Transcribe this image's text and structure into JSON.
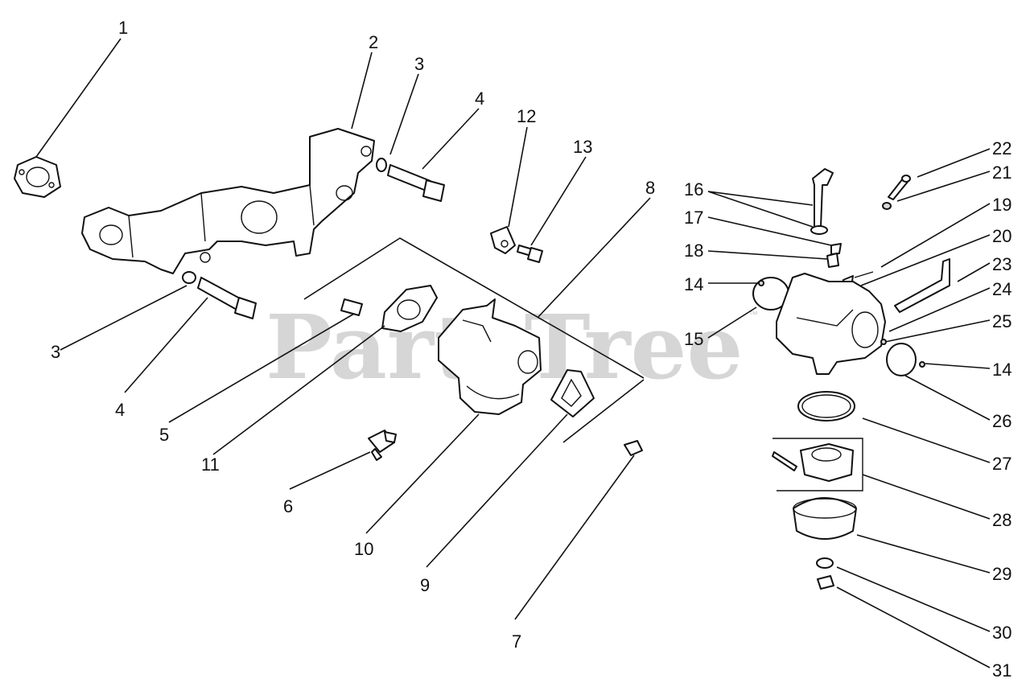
{
  "watermark": {
    "text": "PartsTree",
    "trademark": "™"
  },
  "callouts": [
    {
      "id": "c1",
      "label": "1"
    },
    {
      "id": "c2",
      "label": "2"
    },
    {
      "id": "c3a",
      "label": "3"
    },
    {
      "id": "c4a",
      "label": "4"
    },
    {
      "id": "c12",
      "label": "12"
    },
    {
      "id": "c13",
      "label": "13"
    },
    {
      "id": "c8",
      "label": "8"
    },
    {
      "id": "c3b",
      "label": "3"
    },
    {
      "id": "c4b",
      "label": "4"
    },
    {
      "id": "c5",
      "label": "5"
    },
    {
      "id": "c11",
      "label": "11"
    },
    {
      "id": "c6",
      "label": "6"
    },
    {
      "id": "c10",
      "label": "10"
    },
    {
      "id": "c9",
      "label": "9"
    },
    {
      "id": "c7",
      "label": "7"
    },
    {
      "id": "c16",
      "label": "16"
    },
    {
      "id": "c17",
      "label": "17"
    },
    {
      "id": "c18",
      "label": "18"
    },
    {
      "id": "c14a",
      "label": "14"
    },
    {
      "id": "c15",
      "label": "15"
    },
    {
      "id": "c22",
      "label": "22"
    },
    {
      "id": "c21",
      "label": "21"
    },
    {
      "id": "c19",
      "label": "19"
    },
    {
      "id": "c20",
      "label": "20"
    },
    {
      "id": "c23",
      "label": "23"
    },
    {
      "id": "c24",
      "label": "24"
    },
    {
      "id": "c25",
      "label": "25"
    },
    {
      "id": "c14b",
      "label": "14"
    },
    {
      "id": "c26",
      "label": "26"
    },
    {
      "id": "c27",
      "label": "27"
    },
    {
      "id": "c28",
      "label": "28"
    },
    {
      "id": "c29",
      "label": "29"
    },
    {
      "id": "c30",
      "label": "30"
    },
    {
      "id": "c31",
      "label": "31"
    }
  ]
}
